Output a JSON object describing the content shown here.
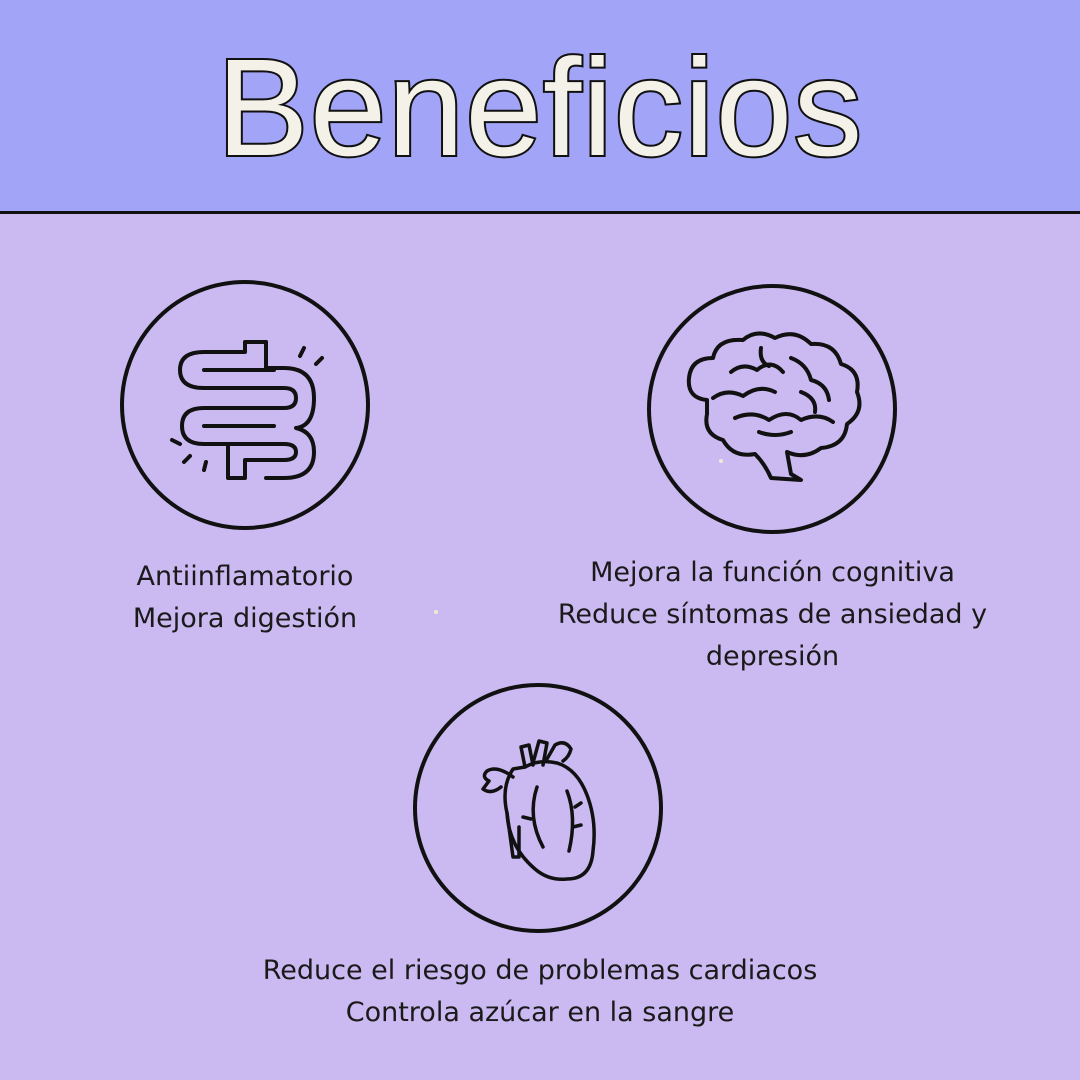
{
  "title": "Beneficios",
  "benefits": [
    {
      "icon": "intestine-icon",
      "lines": [
        "Antiinflamatorio",
        "Mejora digestión"
      ]
    },
    {
      "icon": "brain-icon",
      "lines": [
        "Mejora la función cognitiva",
        "Reduce síntomas de ansiedad y",
        "depresión"
      ]
    },
    {
      "icon": "heart-icon",
      "lines": [
        "Reduce el riesgo de problemas cardiacos",
        "Controla azúcar en la sangre"
      ]
    }
  ],
  "colors": {
    "header_bg": "#a2a5f7",
    "body_bg": "#cbb9f1",
    "outline": "#111111",
    "title_fill": "#f4f1e8"
  }
}
